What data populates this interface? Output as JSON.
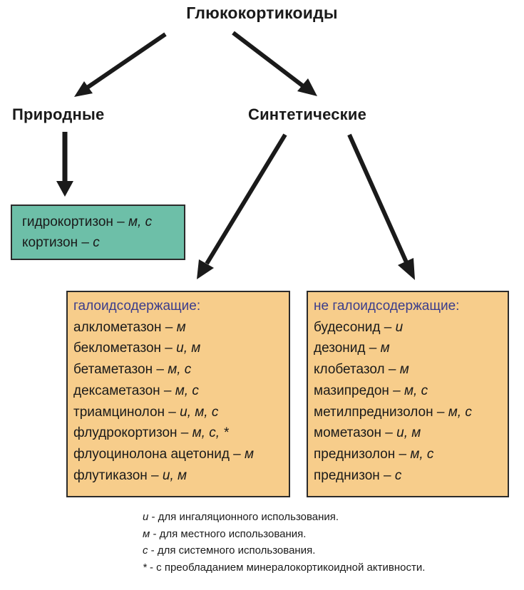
{
  "root": "Глюкокортикоиды",
  "branches": {
    "natural": "Природные",
    "synthetic": "Синтетические"
  },
  "natural_box": {
    "items": [
      {
        "name": "гидрокортизон",
        "marks": "м, с"
      },
      {
        "name": "кортизон",
        "marks": "с"
      }
    ]
  },
  "halogen_box": {
    "header": "галоидсодержащие:",
    "items": [
      {
        "name": "алклометазон",
        "marks": "м"
      },
      {
        "name": "беклометазон",
        "marks": "и, м"
      },
      {
        "name": "бетаметазон",
        "marks": "м, с"
      },
      {
        "name": "дексаметазон",
        "marks": "м, с"
      },
      {
        "name": "триамцинолон",
        "marks": "и, м, с"
      },
      {
        "name": "флудрокортизон",
        "marks": "м, с, *"
      },
      {
        "name": "флуоцинолона ацетонид",
        "marks": "м"
      },
      {
        "name": "флутиказон",
        "marks": "и, м"
      }
    ]
  },
  "nonhalogen_box": {
    "header": "не галоидсодержащие:",
    "items": [
      {
        "name": "будесонид",
        "marks": "и"
      },
      {
        "name": "дезонид",
        "marks": "м"
      },
      {
        "name": "клобетазол",
        "marks": "м"
      },
      {
        "name": "мазипредон",
        "marks": "м, с"
      },
      {
        "name": "метилпреднизолон",
        "marks": "м, с"
      },
      {
        "name": "мометазон",
        "marks": "и, м"
      },
      {
        "name": "преднизолон",
        "marks": "м, с"
      },
      {
        "name": "преднизон",
        "marks": "с"
      }
    ]
  },
  "dash": " – ",
  "legend": [
    {
      "key": "и",
      "text": " - для ингаляционного использования."
    },
    {
      "key": "м",
      "text": " - для местного использования."
    },
    {
      "key": "с",
      "text": " - для системного использования."
    },
    {
      "key": "*",
      "text": " - с преобладанием минералокортикоидной активности."
    }
  ],
  "colors": {
    "natural_box": "#6dbfa8",
    "synthetic_boxes": "#f7cd8b",
    "header_text": "#3b3d8c",
    "arrows": "#1a1a1a"
  }
}
